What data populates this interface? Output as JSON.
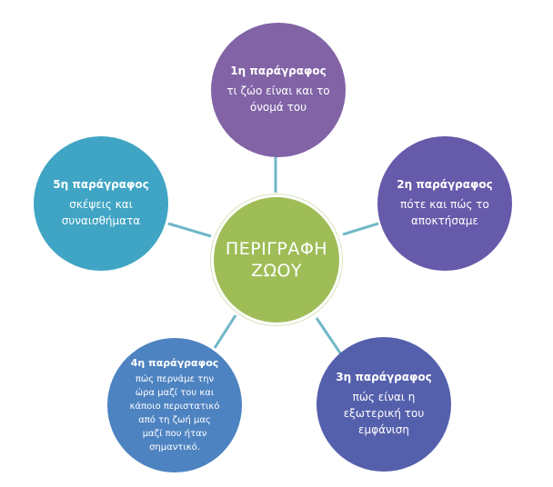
{
  "center": {
    "label": "ΠΕΡΙΓΡΑΦΗ ΖΩΟΥ",
    "color": "#9fbd57"
  },
  "nodes": [
    {
      "title": "1η παράγραφος",
      "text": "τι ζώο είναι και το όνομά του",
      "color": "#8163a6"
    },
    {
      "title": "2η παράγραφος",
      "text": "πότε και πώς το αποκτήσαμε",
      "color": "#665aaa"
    },
    {
      "title": "3η παράγραφος",
      "text": "πώς είναι η εξωτερική του εμφάνιση",
      "color": "#5560ac"
    },
    {
      "title": "4η παράγραφος",
      "text": "πώς περνάμε την ώρα μαζί του και κάποιο περιστατικό από τη ζωή μας μαζί που ήταν σημαντικό.",
      "color": "#4e83c1"
    },
    {
      "title": "5η παράγραφος",
      "text": "σκέψεις και συναισθήματα",
      "color": "#40a5c4"
    }
  ],
  "connector_color": "#6fb7c7"
}
